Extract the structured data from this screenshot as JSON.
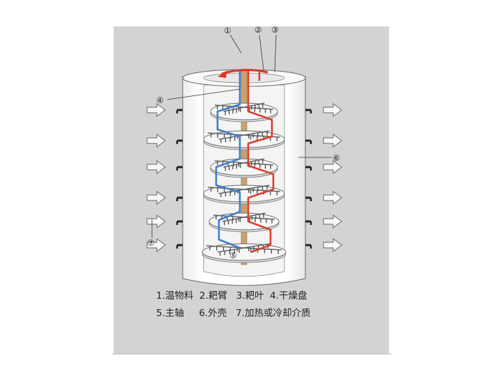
{
  "callouts": [
    "①",
    "②",
    "③",
    "④",
    "⑤",
    "⑥",
    "⑦"
  ],
  "legend": {
    "row1": "1.温物料  2.耙臂   3.耙叶  4.干燥盘",
    "row2": "5.主轴     6.外壳   7.加热或冷却介质"
  },
  "colors": {
    "panel": "#d3d3d3",
    "shell": "#ffffff",
    "outline": "#555555",
    "hot_pipe": "#d9402b",
    "cold_pipe": "#3f7fd0",
    "rotation_arrow": "#d83a25"
  }
}
